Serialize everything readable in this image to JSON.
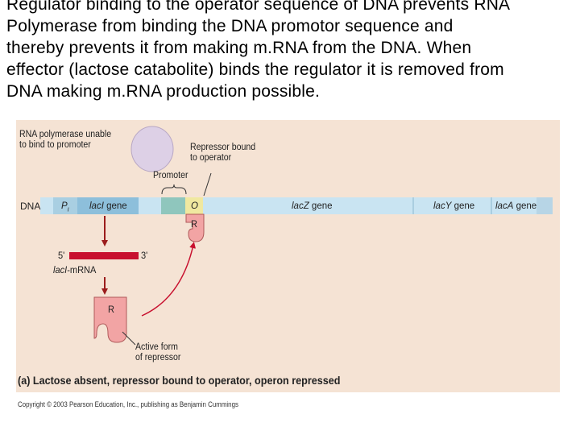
{
  "slide": {
    "lines": [
      "Regulator binding to the operator sequence of DNA prevents RNA",
      "Polymerase from binding the DNA promotor sequence and",
      "thereby prevents it from making m.RNA from the DNA. When",
      "effector (lactose catabolite) binds the regulator it is removed from",
      "DNA making m.RNA production possible."
    ]
  },
  "diagram": {
    "labels": {
      "rna_polymerase_line1": "RNA polymerase unable",
      "rna_polymerase_line2": "to bind to promoter",
      "repressor_bound_line1": "Repressor bound",
      "repressor_bound_line2": "to operator",
      "promoter": "Promoter",
      "dna": "DNA",
      "p_gene": "P",
      "p_gene_sub": "I",
      "laci_gene_italic": "lacI",
      "laci_gene_rest": " gene",
      "operator": "O",
      "lacz_gene_italic": "lacZ",
      "lacz_gene_rest": " gene",
      "lacy_gene_italic": "lacY",
      "lacy_gene_rest": " gene",
      "laca_gene_italic": "lacA",
      "laca_gene_rest": " gene",
      "repressor_on_dna": "R",
      "five_prime": "5'",
      "three_prime": "3'",
      "laci_mrna_italic": "lacI",
      "laci_mrna_rest": "-mRNA",
      "free_repressor": "R",
      "active_form_line1": "Active form",
      "active_form_line2": "of repressor"
    },
    "caption_bold": "(a) Lactose absent, repressor bound to operator, operon repressed",
    "copyright": "Copyright © 2003 Pearson Education, Inc., publishing as Benjamin Cummings"
  },
  "colors": {
    "figure_background": "#f5e3d4",
    "dna_bar": "#c9e4f2",
    "gene_segment": "#a9cfe2",
    "promoter": "#8fc6bd",
    "operator": "#f0e8a0",
    "repressor": "#f2a4a4",
    "rna_polymerase": "#ddd0e6",
    "mrna": "#c8102e",
    "arrow": "#c8102e"
  }
}
